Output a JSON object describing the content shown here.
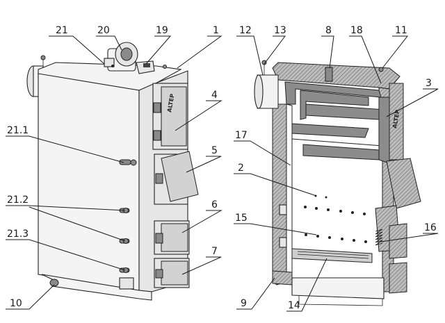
{
  "brand": "ALTEP",
  "labels": {
    "l1": "1",
    "l2": "2",
    "l3": "3",
    "l4": "4",
    "l5": "5",
    "l6": "6",
    "l7": "7",
    "l8": "8",
    "l9": "9",
    "l10": "10",
    "l11": "11",
    "l12": "12",
    "l13": "13",
    "l14": "14",
    "l15": "15",
    "l16": "16",
    "l17": "17",
    "l18": "18",
    "l19": "19",
    "l20": "20",
    "l21": "21",
    "l211": "21.1",
    "l212": "21.2",
    "l213": "21.3"
  }
}
